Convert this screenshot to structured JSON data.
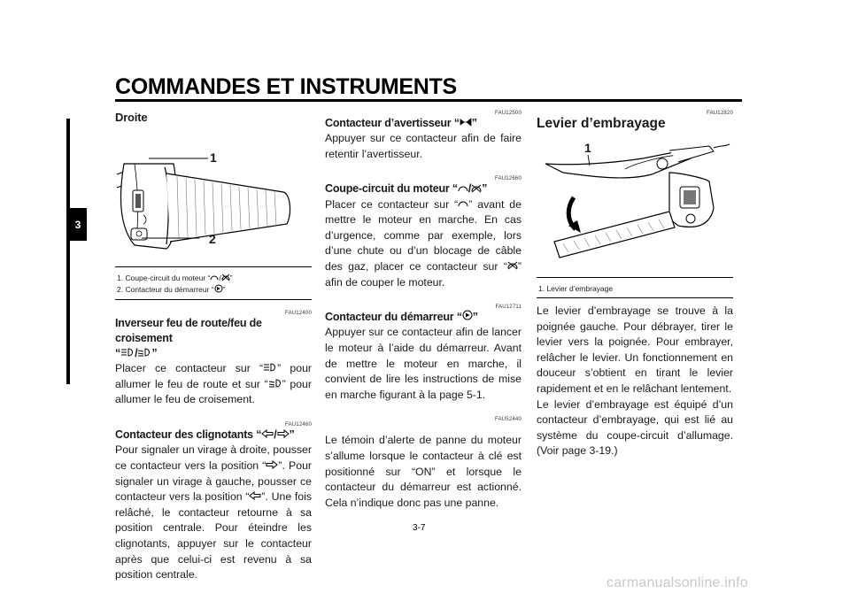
{
  "header": {
    "title": "COMMANDES ET INSTRUMENTS"
  },
  "side_tab": "3",
  "page_number": "3-7",
  "watermark": "carmanualsonline.info",
  "col1": {
    "title": "Droite",
    "fig_callout_1": "1",
    "fig_callout_2": "2",
    "caption_1a": "1. Coupe-circuit du moteur “",
    "caption_1b": "”",
    "caption_2a": "2. Contacteur du démarreur “",
    "caption_2b": "”",
    "s1": {
      "code": "FAU12400",
      "heading": "Inverseur feu de route/feu de croisement",
      "body_a": "Placer ce contacteur sur “",
      "body_b": "” pour allumer le feu de route et sur “",
      "body_c": "” pour allumer le feu de croisement."
    },
    "s2": {
      "code": "FAU12460",
      "heading": "Contacteur des clignotants “",
      "body_a": "Pour signaler un virage à droite, pousser ce contacteur vers la position “",
      "body_b": "”. Pour signaler un virage à gauche, pousser ce contacteur vers la position “",
      "body_c": "”. Une fois relâché, le contacteur retourne à sa position centrale. Pour éteindre les clignotants, appuyer sur le contacteur après que celui-ci est revenu à sa position centrale."
    }
  },
  "col2": {
    "s1": {
      "code": "FAU12500",
      "heading": "Contacteur d’avertisseur “",
      "body": "Appuyer sur ce contacteur afin de faire retentir l’avertisseur."
    },
    "s2": {
      "code": "FAU12660",
      "heading": "Coupe-circuit du moteur “",
      "body_a": "Placer ce contacteur sur “",
      "body_b": "” avant de mettre le moteur en marche. En cas d’urgence, comme par exemple, lors d’une chute ou d’un blocage de câble des gaz, placer ce contacteur sur “",
      "body_c": "” afin de couper le moteur."
    },
    "s3": {
      "code": "FAU12711",
      "heading": "Contacteur du démarreur “",
      "body": "Appuyer sur ce contacteur afin de lancer le moteur à l’aide du démarreur. Avant de mettre le moteur en marche, il convient de lire les instructions de mise en marche figurant à la page 5-1."
    },
    "s4": {
      "code": "FAU52440",
      "body": "Le témoin d’alerte de panne du moteur s’allume lorsque le contacteur à clé est positionné sur “ON” et lorsque le contacteur du démarreur est actionné. Cela n’indique donc pas une panne."
    }
  },
  "col3": {
    "code": "FAU12820",
    "title": "Levier d’embrayage",
    "fig_callout_1": "1",
    "caption": "1. Levier d’embrayage",
    "body_1": "Le levier d’embrayage se trouve à la poignée gauche. Pour débrayer, tirer le levier vers la poignée. Pour embrayer, relâcher le levier. Un fonctionnement en douceur s’obtient en tirant le levier rapidement et en le relâchant lentement.",
    "body_2": "Le levier d’embrayage est équipé d’un contacteur d’embrayage, qui est lié au système du coupe-circuit d’allumage. (Voir page 3-19.)"
  }
}
